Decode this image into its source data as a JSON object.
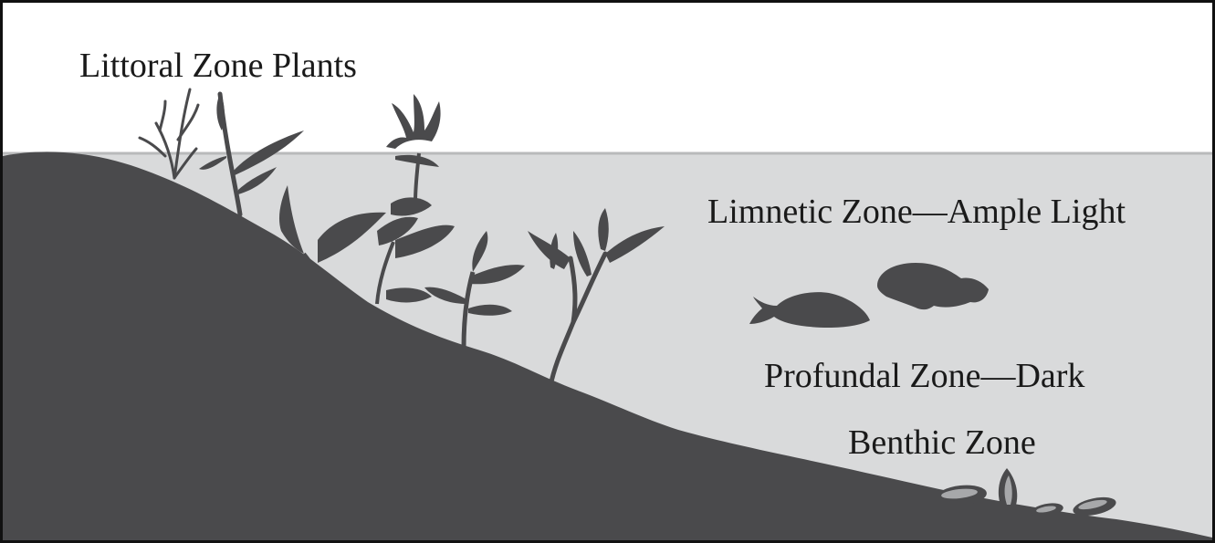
{
  "diagram": {
    "labels": {
      "littoral": "Littoral Zone Plants",
      "limnetic": "Limnetic Zone—Ample Light",
      "profundal": "Profundal Zone—Dark",
      "benthic": "Benthic Zone"
    },
    "colors": {
      "sky": "#ffffff",
      "water": "#d9dadb",
      "waterline": "#b9babb",
      "ground": "#4a4a4c",
      "organism": "#4a4a4c",
      "shell_light": "#a7a8aa",
      "border": "#111111"
    }
  }
}
